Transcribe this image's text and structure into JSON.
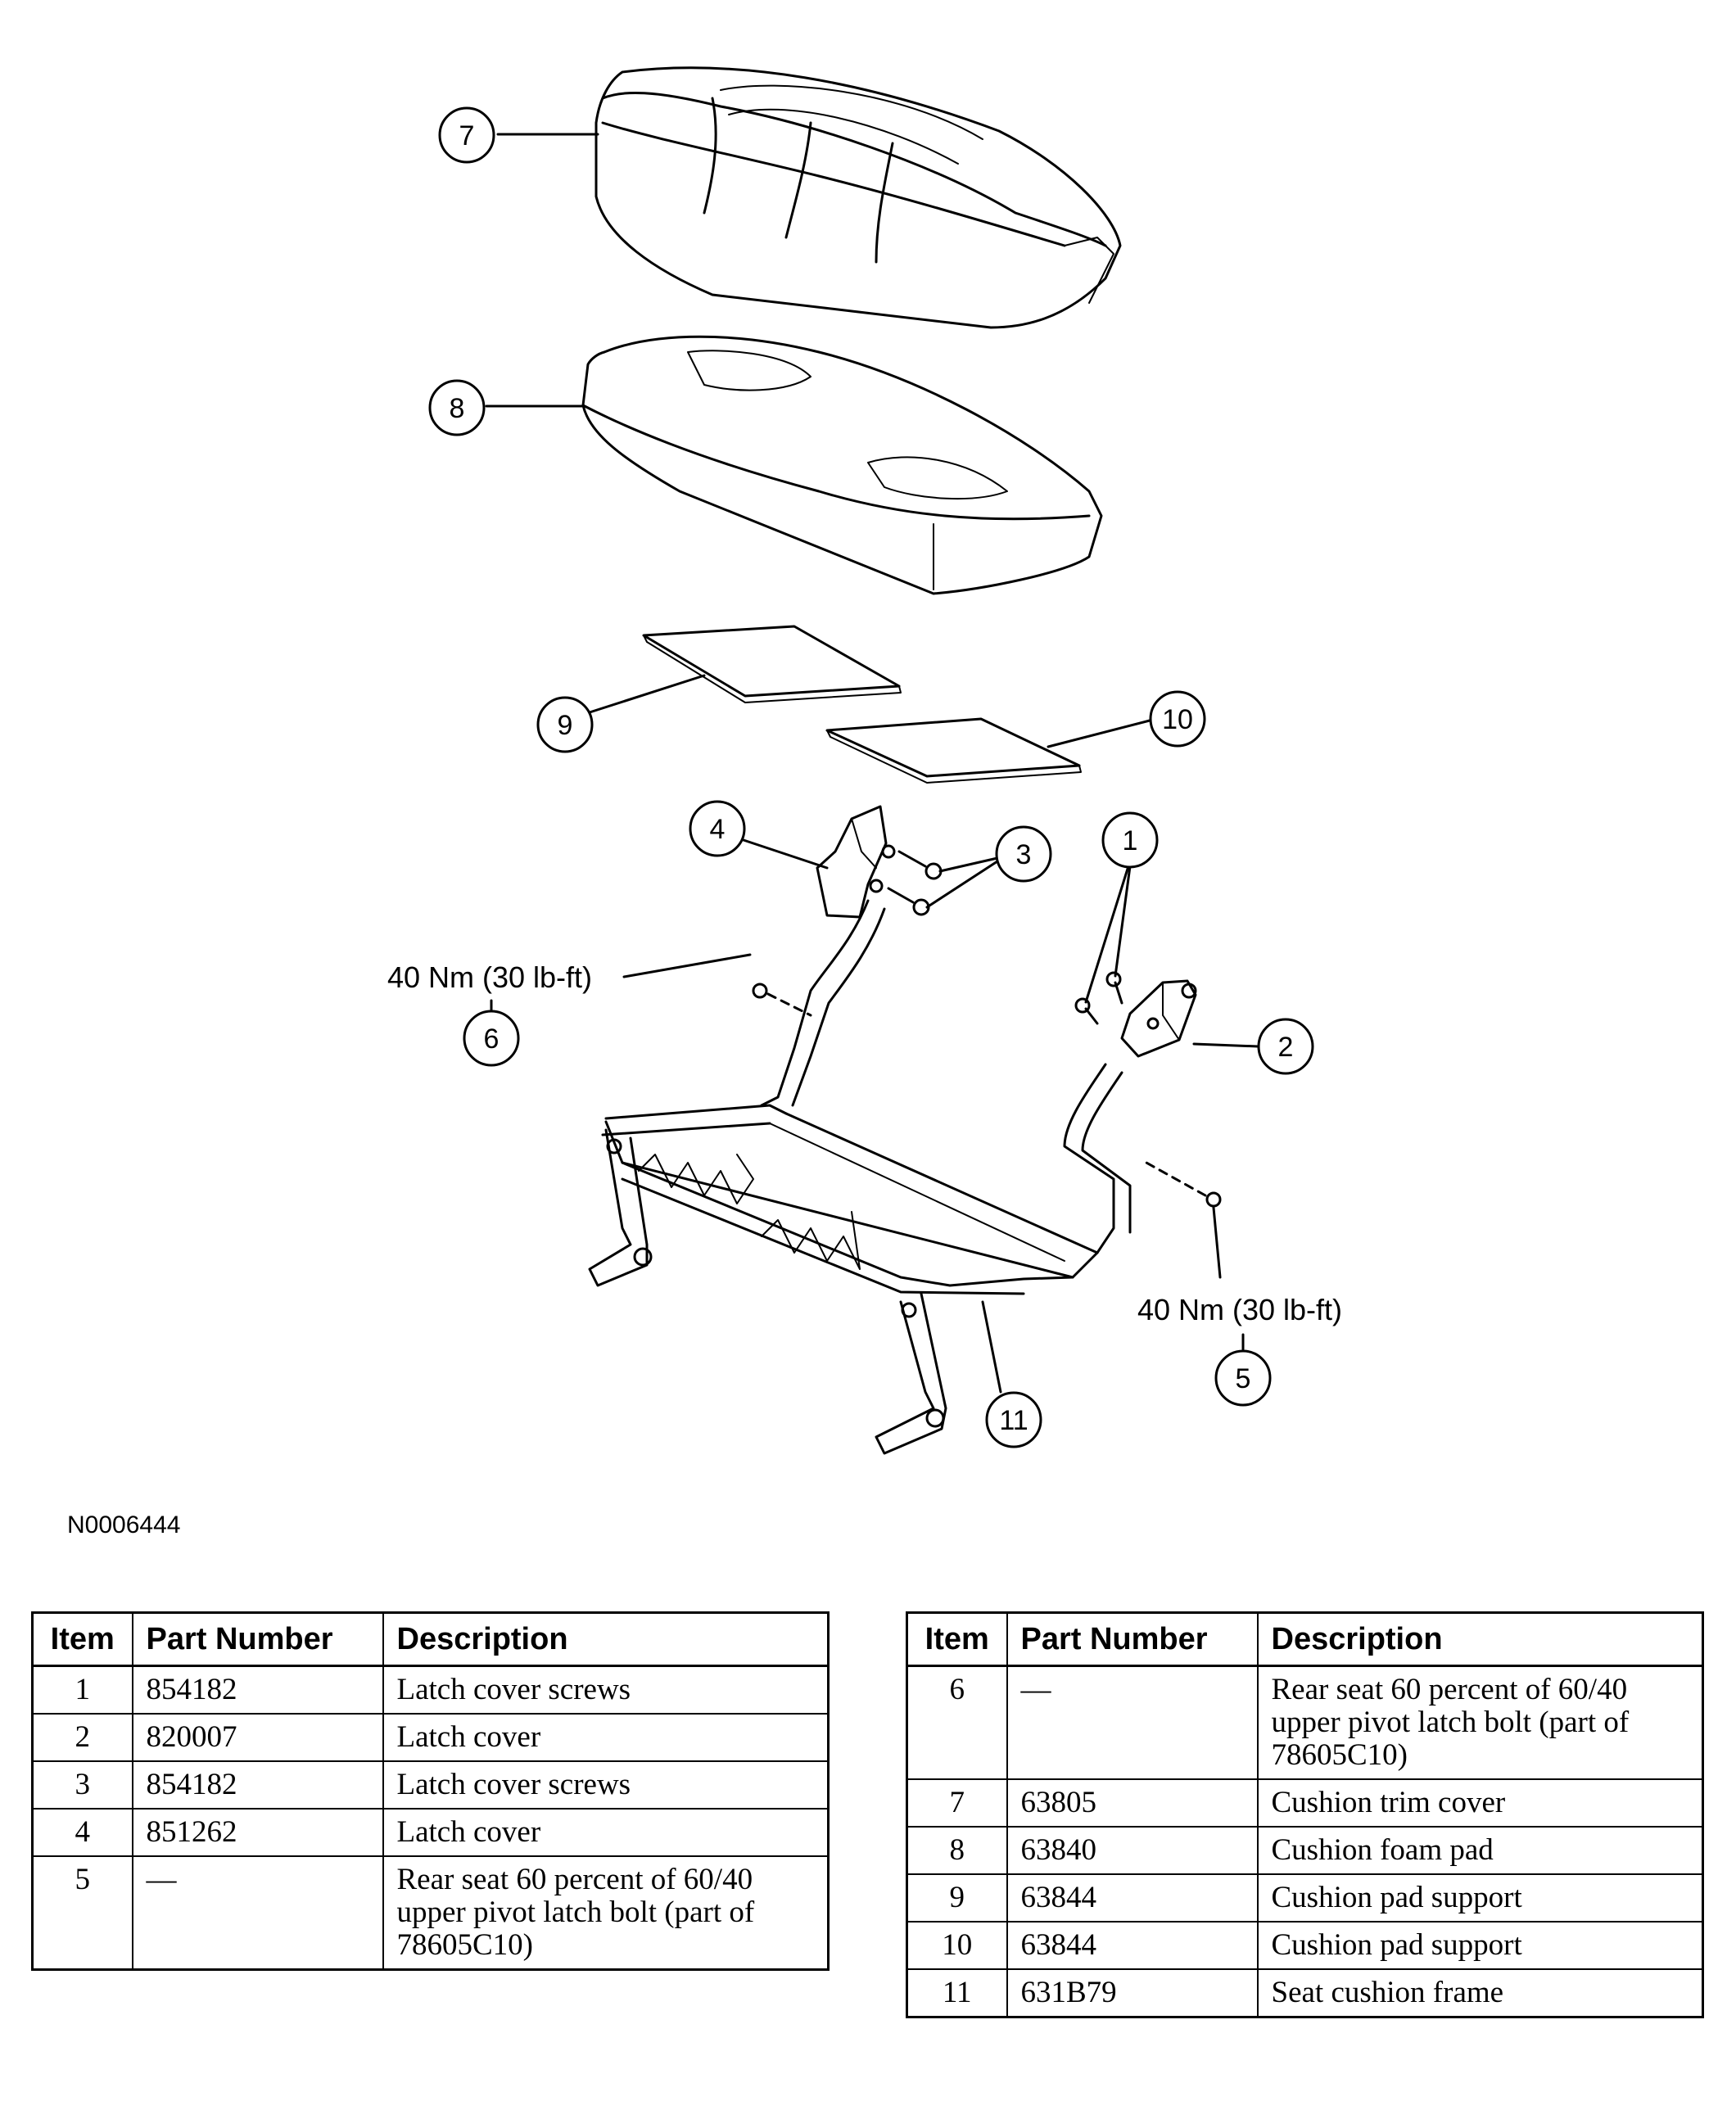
{
  "diagram": {
    "callouts": [
      "1",
      "2",
      "3",
      "4",
      "5",
      "6",
      "7",
      "8",
      "9",
      "10",
      "11"
    ],
    "torque_labels": {
      "bolt_6": "40 Nm (30 lb-ft)",
      "bolt_5": "40 Nm (30 lb-ft)"
    },
    "figure_id": "N0006444"
  },
  "tables": {
    "headers": {
      "item": "Item",
      "part_number": "Part Number",
      "description": "Description"
    },
    "left": [
      {
        "item": "1",
        "part": "854182",
        "desc": "Latch cover screws"
      },
      {
        "item": "2",
        "part": "820007",
        "desc": "Latch cover"
      },
      {
        "item": "3",
        "part": "854182",
        "desc": "Latch cover screws"
      },
      {
        "item": "4",
        "part": "851262",
        "desc": "Latch cover"
      },
      {
        "item": "5",
        "part": "—",
        "desc": "Rear seat 60 percent of 60/40 upper pivot latch bolt (part of 78605C10)"
      }
    ],
    "right": [
      {
        "item": "6",
        "part": "—",
        "desc": "Rear seat 60 percent of 60/40 upper pivot latch bolt (part of 78605C10)"
      },
      {
        "item": "7",
        "part": "63805",
        "desc": "Cushion trim cover"
      },
      {
        "item": "8",
        "part": "63840",
        "desc": "Cushion foam pad"
      },
      {
        "item": "9",
        "part": "63844",
        "desc": "Cushion pad support"
      },
      {
        "item": "10",
        "part": "63844",
        "desc": "Cushion pad support"
      },
      {
        "item": "11",
        "part": "631B79",
        "desc": "Seat cushion frame"
      }
    ]
  }
}
